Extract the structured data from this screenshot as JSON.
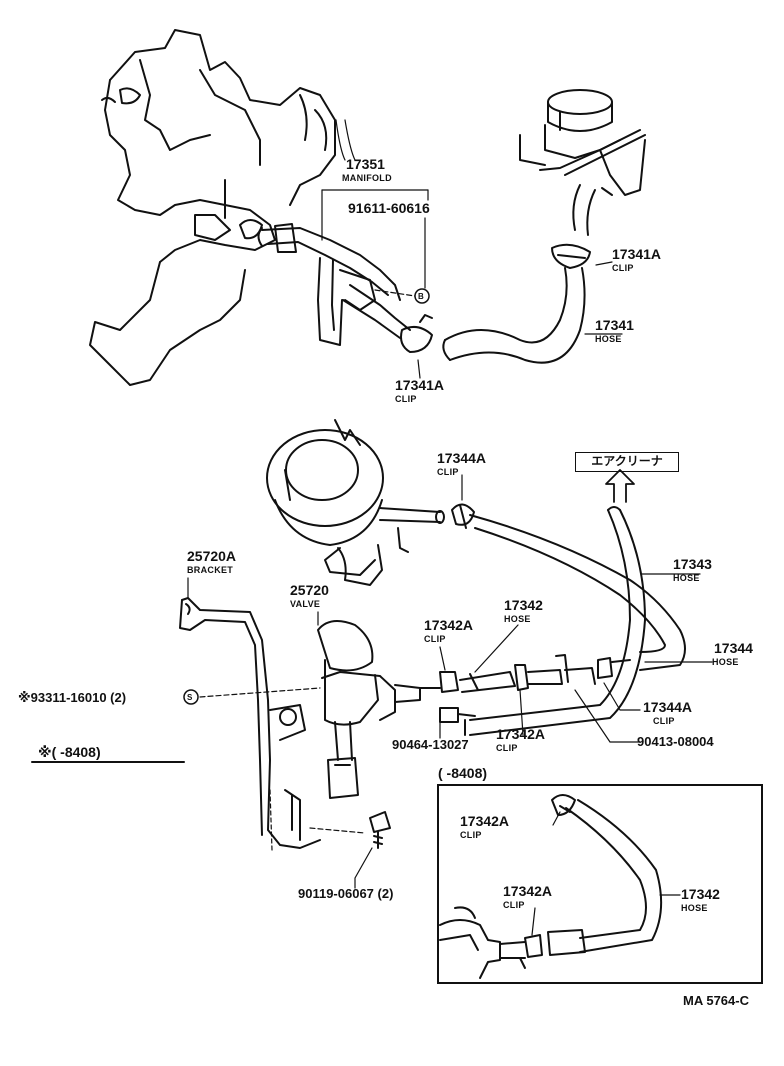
{
  "top": {
    "manifold": {
      "part": "17351",
      "name": "MANIFOLD"
    },
    "bolt": {
      "part": "91611-60616",
      "marker": "B"
    },
    "clip_upper": {
      "part": "17341A",
      "name": "CLIP"
    },
    "hose": {
      "part": "17341",
      "name": "HOSE"
    },
    "clip_lower": {
      "part": "17341A",
      "name": "CLIP"
    }
  },
  "bottom": {
    "clip_17344A_top": {
      "part": "17344A",
      "name": "CLIP"
    },
    "air_cleaner": "エアクリーナ",
    "hose_17343": {
      "part": "17343",
      "name": "HOSE"
    },
    "bracket": {
      "part": "25720A",
      "name": "BRACKET"
    },
    "valve": {
      "part": "25720",
      "name": "VALVE"
    },
    "hose_17342": {
      "part": "17342",
      "name": "HOSE"
    },
    "clip_17342A_a": {
      "part": "17342A",
      "name": "CLIP"
    },
    "hose_17344": {
      "part": "17344",
      "name": "HOSE"
    },
    "screw": {
      "part": "※93311-16010 (2)",
      "marker": "S"
    },
    "clip_17344A_bottom": {
      "part": "17344A",
      "name": "CLIP"
    },
    "clip_17342A_b": {
      "part": "17342A",
      "name": "CLIP"
    },
    "part_90464": "90464-13027",
    "part_90413": "90413-08004",
    "note": "※(    -8408)",
    "bolt_90119": "90119-06067 (2)"
  },
  "inset": {
    "title": "(    -8408)",
    "clip_a": {
      "part": "17342A",
      "name": "CLIP"
    },
    "clip_b": {
      "part": "17342A",
      "name": "CLIP"
    },
    "hose": {
      "part": "17342",
      "name": "HOSE"
    }
  },
  "footer": "MA 5764-C"
}
